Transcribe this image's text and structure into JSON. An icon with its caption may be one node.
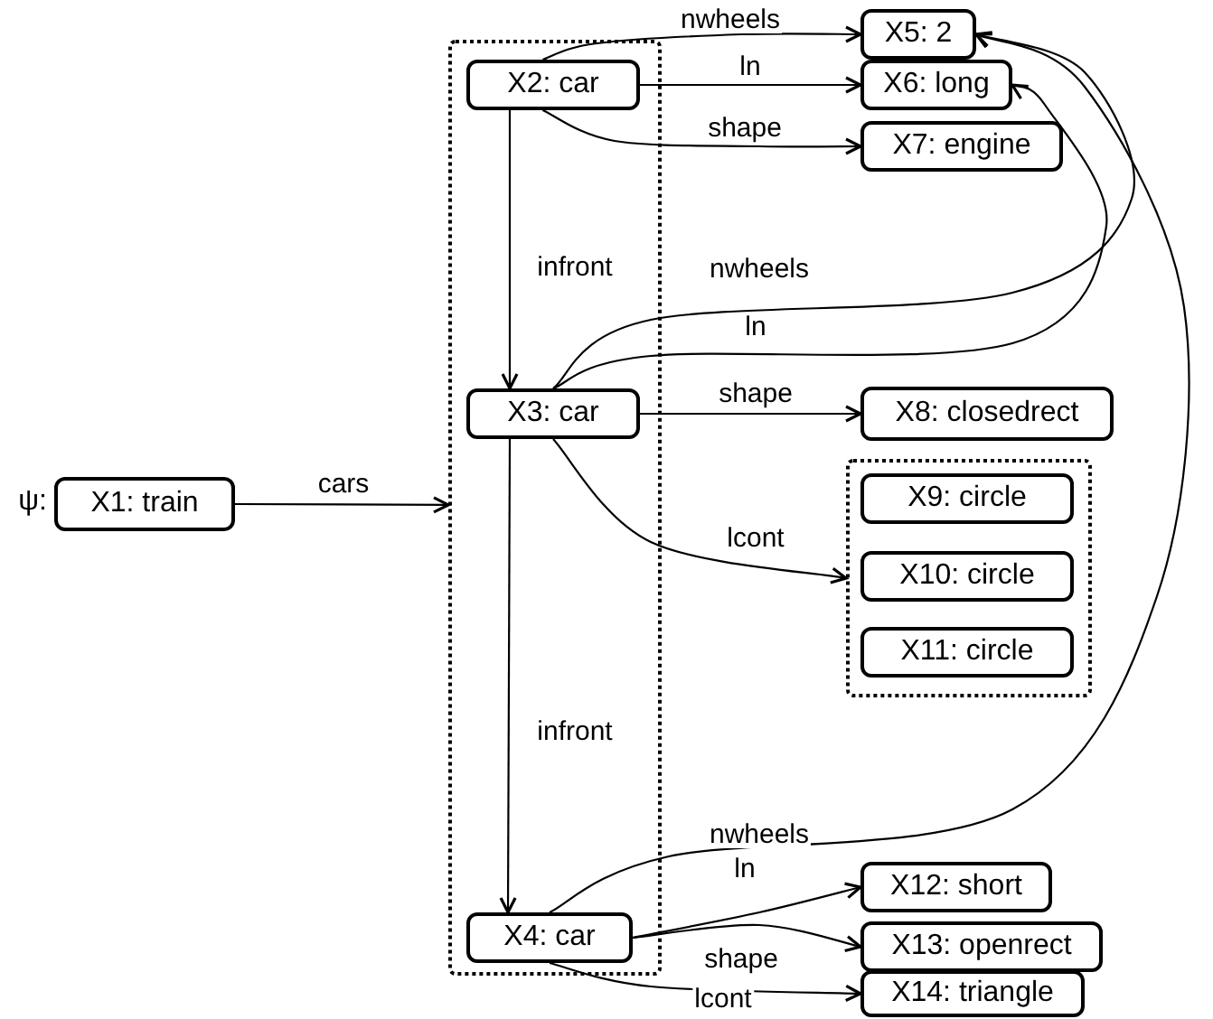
{
  "diagram": {
    "nodes": [
      {
        "text": [
          "X1: train"
        ],
        "beside": [
          "ψ:"
        ]
      },
      {
        "text": [],
        "shape": "box"
      },
      {
        "text": [
          "X2: car"
        ],
        "in": 1
      },
      {
        "text": [
          "X5: 2"
        ]
      },
      {
        "text": [
          "X6: long"
        ]
      },
      {
        "text": [
          "X7: engine"
        ]
      },
      {
        "text": [
          "X3: car"
        ],
        "in": 1
      },
      {
        "text": [
          "X8: closedrect"
        ]
      },
      {
        "text": [],
        "shape": "box"
      },
      {
        "text": [
          "X9: circle"
        ],
        "in": 8
      },
      {
        "text": [
          "X10: circle"
        ],
        "in": 8
      },
      {
        "text": [
          "X11: circle"
        ],
        "in": 8
      },
      {
        "text": [
          "X4: car"
        ],
        "in": 1
      },
      {
        "text": [
          "X12: short"
        ]
      },
      {
        "text": [
          "X13: openrect"
        ]
      },
      {
        "text": [
          "X14: triangle"
        ]
      }
    ],
    "edges": [
      {
        "from": 0,
        "to": 1,
        "arrow": "to",
        "label": "cars"
      },
      {
        "from": 2,
        "to": 3,
        "arrow": "to",
        "label": "nwheels"
      },
      {
        "from": 2,
        "to": 4,
        "arrow": "to",
        "label": "ln"
      },
      {
        "from": 2,
        "to": 5,
        "arrow": "to",
        "label": "shape"
      },
      {
        "from": 2,
        "to": 6,
        "arrow": "to",
        "label": "infront"
      },
      {
        "from": 6,
        "to": 3,
        "arrow": "to",
        "label": "nwheels"
      },
      {
        "from": 6,
        "to": 4,
        "arrow": "to",
        "label": "ln"
      },
      {
        "from": 6,
        "to": 7,
        "arrow": "to",
        "label": "shape"
      },
      {
        "from": 6,
        "to": 8,
        "arrow": "to",
        "label": "lcont"
      },
      {
        "from": 6,
        "to": 12,
        "arrow": "to",
        "label": "infront"
      },
      {
        "from": 12,
        "to": 3,
        "arrow": "to",
        "label": "nwheels"
      },
      {
        "from": 12,
        "to": 13,
        "arrow": "to",
        "label": "ln"
      },
      {
        "from": 12,
        "to": 14,
        "arrow": "to",
        "label": "shape"
      },
      {
        "from": 12,
        "to": 15,
        "arrow": "to",
        "label": "lcont"
      }
    ]
  }
}
